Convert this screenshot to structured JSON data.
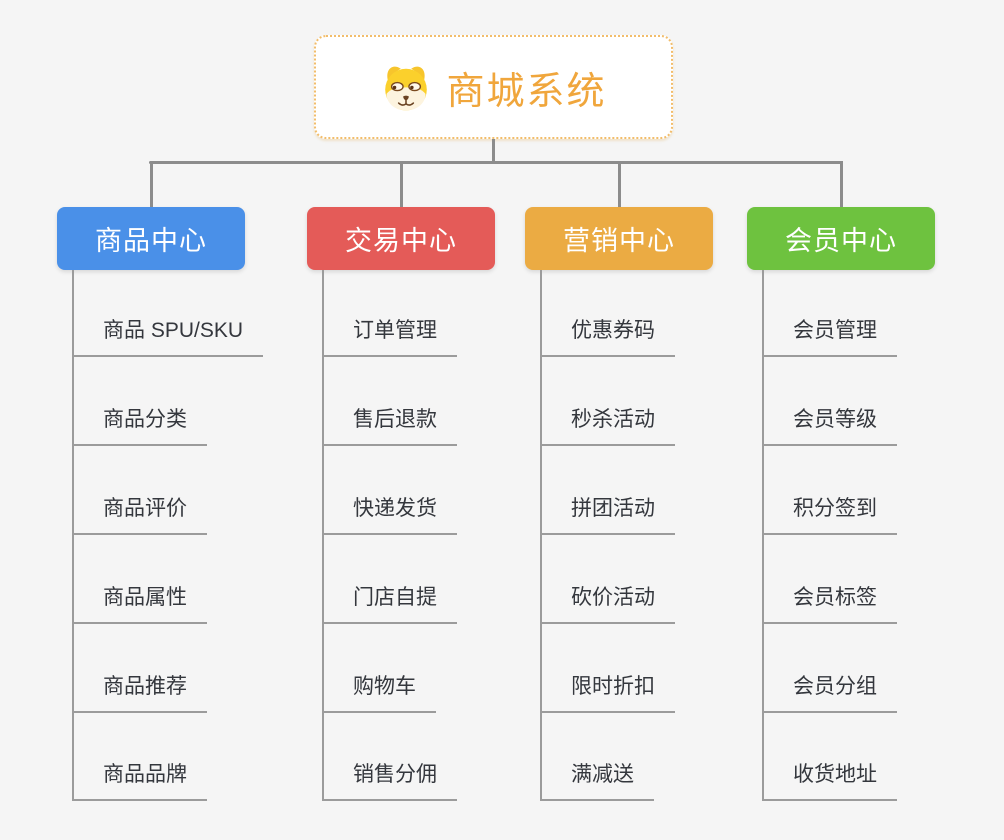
{
  "root": {
    "title": "商城系统",
    "icon": "shiba-dog-icon"
  },
  "branches": [
    {
      "label": "商品中心",
      "color": "#4a90e8",
      "items": [
        "商品 SPU/SKU",
        "商品分类",
        "商品评价",
        "商品属性",
        "商品推荐",
        "商品品牌"
      ]
    },
    {
      "label": "交易中心",
      "color": "#e45b58",
      "items": [
        "订单管理",
        "售后退款",
        "快递发货",
        "门店自提",
        "购物车",
        "销售分佣"
      ]
    },
    {
      "label": "营销中心",
      "color": "#ebab43",
      "items": [
        "优惠券码",
        "秒杀活动",
        "拼团活动",
        "砍价活动",
        "限时折扣",
        "满减送"
      ]
    },
    {
      "label": "会员中心",
      "color": "#6ec23f",
      "items": [
        "会员管理",
        "会员等级",
        "积分签到",
        "会员标签",
        "会员分组",
        "收货地址"
      ]
    }
  ],
  "colors": {
    "background": "#f5f5f5",
    "connector": "#8c8c8c",
    "leaf_line": "#9b9b9b",
    "leaf_text": "#34373d",
    "root_text": "#f0a63c",
    "root_border": "#f2bd6b"
  }
}
